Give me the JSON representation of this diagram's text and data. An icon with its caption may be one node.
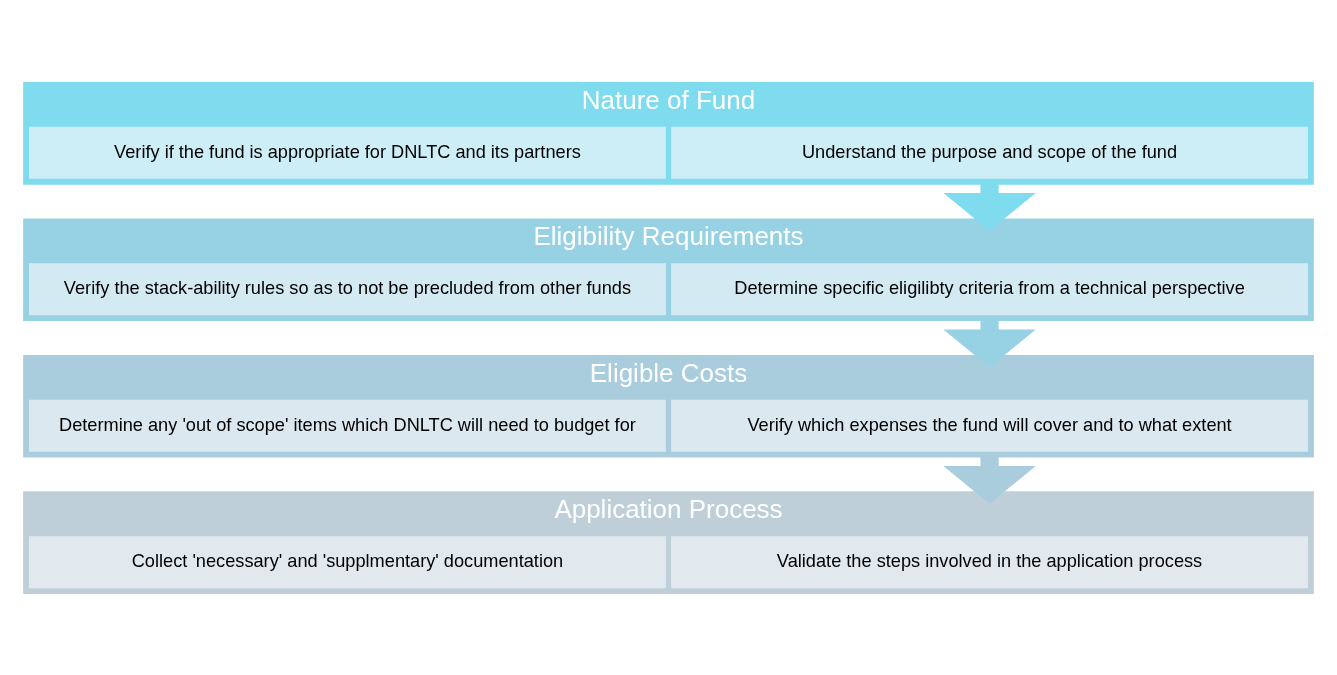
{
  "diagram": {
    "nodes": [
      {
        "text": [
          "Nature of Fund"
        ]
      },
      {
        "text": [
          "Understand the purpose and scope of the fund"
        ],
        "in": 0
      },
      {
        "text": [
          "Verify if the fund is appropriate for DNLTC and its partners"
        ],
        "in": 0
      },
      {
        "text": [
          "Eligibility Requirements"
        ]
      },
      {
        "text": [
          "Determine specific eligilibty criteria from a technical perspective"
        ],
        "in": 3
      },
      {
        "text": [
          "Verify the stack-ability rules so as to not be precluded from other funds"
        ],
        "in": 3
      },
      {
        "text": [
          "Eligible Costs"
        ]
      },
      {
        "text": [
          "Verify which expenses the fund will cover and to what extent"
        ],
        "in": 6
      },
      {
        "text": [
          "Determine any 'out of scope' items which DNLTC will need to budget for"
        ],
        "in": 6
      },
      {
        "text": [
          "Application Process"
        ]
      },
      {
        "text": [
          "Validate the steps involved in the application process"
        ],
        "in": 9
      },
      {
        "text": [
          "Collect 'necessary' and 'supplmentary' documentation"
        ],
        "in": 9
      }
    ],
    "edges": [
      {
        "from": 0,
        "to": 3,
        "arrow": "to",
        "color": "#7fdcef"
      },
      {
        "from": 3,
        "to": 6,
        "arrow": "to",
        "color": "#97d1e4"
      },
      {
        "from": 6,
        "to": 9,
        "arrow": "to",
        "color": "#a9cddd"
      }
    ]
  }
}
